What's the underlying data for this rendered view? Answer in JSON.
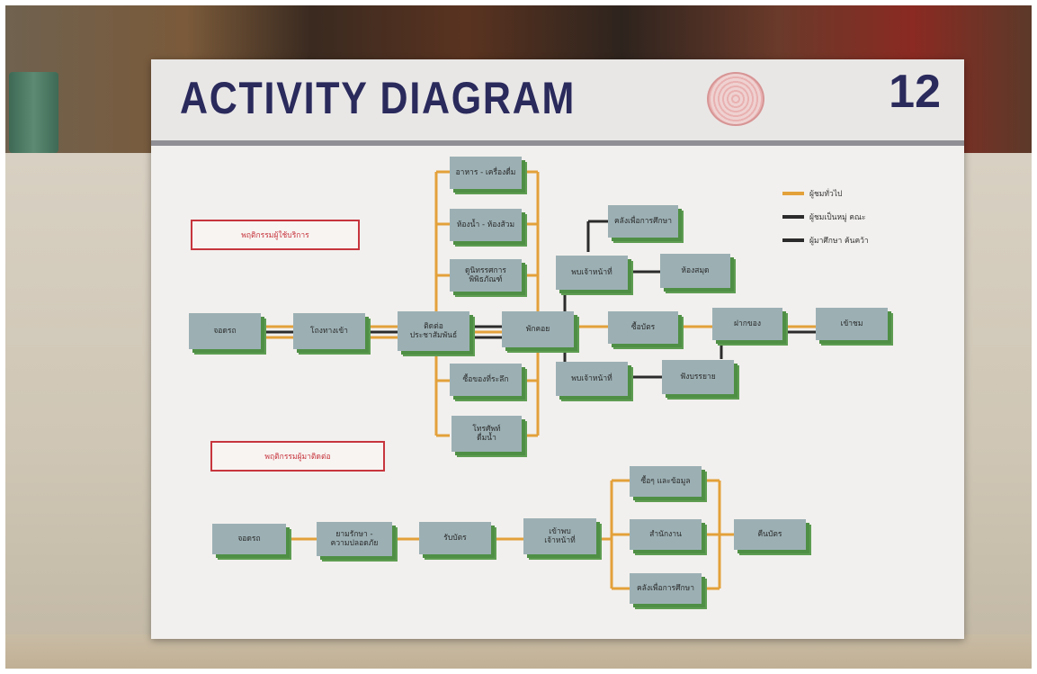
{
  "poster": {
    "title": "ACTIVITY DIAGRAM",
    "number": "12"
  },
  "colors": {
    "general": "#e3a13a",
    "group": "#2b2b2b",
    "student": "#2b2b2b",
    "node": "#9cb0b4",
    "label_border": "#c7353d"
  },
  "legend": [
    {
      "label": "ผู้ชมทั่วไป",
      "color": "#e3a13a"
    },
    {
      "label": "ผู้ชมเป็นหมู่ คณะ",
      "color": "#2b2b2b"
    },
    {
      "label": "ผู้มาศึกษา ค้นคว้า",
      "color": "#2b2b2b"
    }
  ],
  "sections": {
    "visitor_behavior": "พฤติกรรมผู้ใช้บริการ",
    "contact_behavior": "พฤติกรรมผู้มาติดต่อ"
  },
  "nodes_top": {
    "park": "จอดรถ",
    "enter": "โถงทางเข้า",
    "pr": "ติดต่อ\nประชาสัมพันธ์",
    "rest": "พักคอย",
    "food": "อาหาร - เครื่องดื่ม",
    "toilet": "ห้องน้ำ - ห้องส้วม",
    "curator": "ดูนิทรรศการพิพิธภัณฑ์",
    "souvenir": "ซื้อของที่ระลึก",
    "phone": "โทรศัพท์\nดื่มน้ำ",
    "study_materials": "คลังเพื่อการศึกษา",
    "meet_staff_1": "พบเจ้าหน้าที่",
    "library": "ห้องสมุด",
    "buy_ticket": "ซื้อบัตร",
    "deposit": "ฝากของ",
    "visit": "เข้าชม",
    "meet_staff_2": "พบเจ้าหน้าที่",
    "lecture": "ฟังบรรยาย"
  },
  "nodes_bottom": {
    "park": "จอดรถ",
    "security": "ยามรักษา -\nความปลอดภัย",
    "get_card": "รับบัตร",
    "meet_staff": "เข้าพบ\nเจ้าหน้าที่",
    "docs": "ซื้อๆ และข้อมูล",
    "office": "สำนักงาน",
    "study": "คลังเพื่อการศึกษา",
    "return_card": "คืนบัตร"
  }
}
